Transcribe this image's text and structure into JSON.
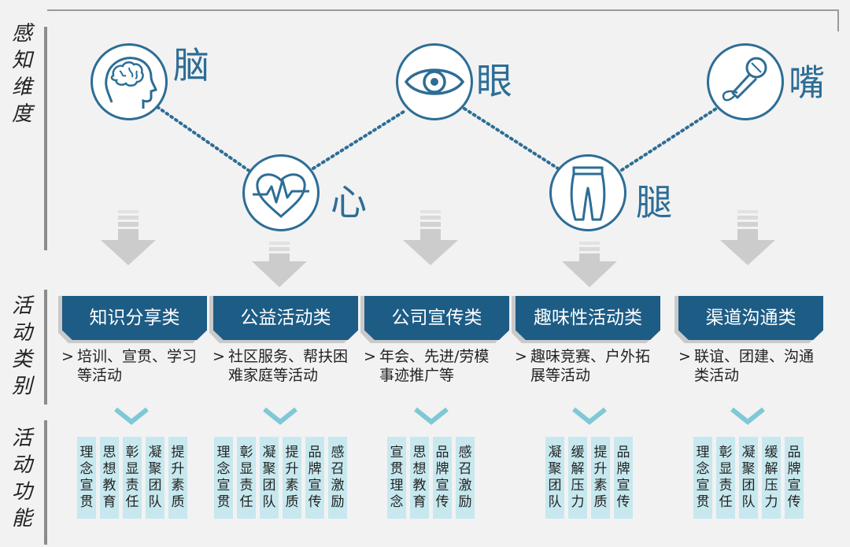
{
  "sections": {
    "perception": "感\n知\n维\n度",
    "activity_type": "活\n动\n类\n别",
    "activity_function": "活\n动\n功\n能"
  },
  "organs": [
    {
      "label": "脑",
      "icon": "brain-head-icon"
    },
    {
      "label": "心",
      "icon": "heart-pulse-icon"
    },
    {
      "label": "眼",
      "icon": "eye-icon"
    },
    {
      "label": "腿",
      "icon": "pants-legs-icon"
    },
    {
      "label": "嘴",
      "icon": "microphone-icon"
    }
  ],
  "categories": [
    {
      "title": "知识分享类",
      "desc": "培训、宣贯、学习等活动",
      "functions": [
        "理念宣贯",
        "思想教育",
        "彰显责任",
        "凝聚团队",
        "提升素质"
      ]
    },
    {
      "title": "公益活动类",
      "desc": "社区服务、帮扶困难家庭等活动",
      "functions": [
        "理念宣贯",
        "彰显责任",
        "凝聚团队",
        "提升素质",
        "品牌宣传",
        "感召激励"
      ]
    },
    {
      "title": "公司宣传类",
      "desc": "年会、先进/劳模事迹推广等",
      "functions": [
        "宣贯理念",
        "思想教育",
        "品牌宣传",
        "感召激励"
      ]
    },
    {
      "title": "趣味性活动类",
      "desc": "趣味竞赛、户外拓展等活动",
      "functions": [
        "凝聚团队",
        "缓解压力",
        "提升素质",
        "品牌宣传"
      ]
    },
    {
      "title": "渠道沟通类",
      "desc": "联谊、团建、沟通类活动",
      "functions": [
        "理念宣贯",
        "彰显责任",
        "凝聚团队",
        "缓解压力",
        "品牌宣传"
      ]
    }
  ],
  "bullet": ">",
  "colors": {
    "primary": "#2d6d95",
    "box": "#1d5c85",
    "function_bg": "#c7e8ee",
    "arrow": "#d4d4d4",
    "chevron": "#7fc8d6"
  }
}
